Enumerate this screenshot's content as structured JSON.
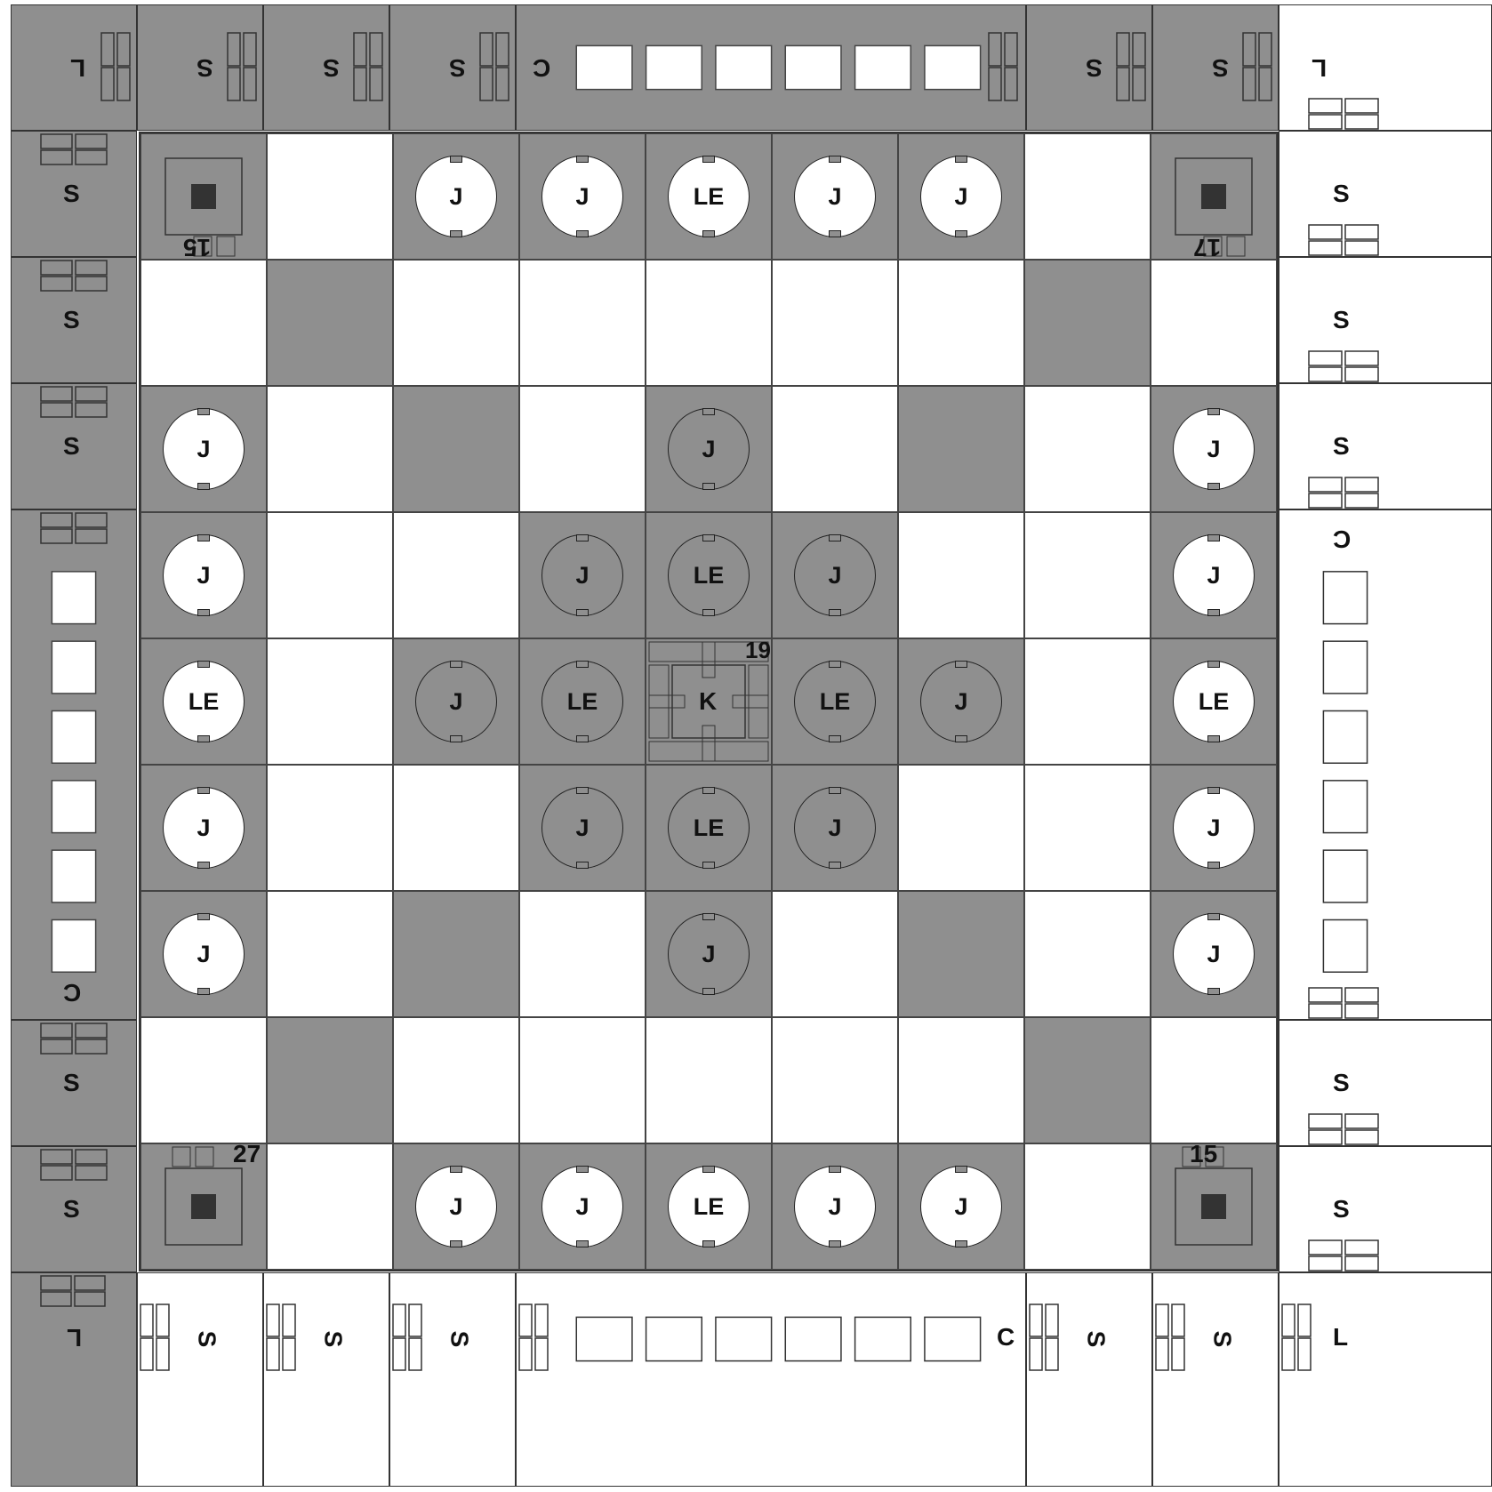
{
  "board": {
    "colors": {
      "dark": "#8f8f8f",
      "light": "#ffffff",
      "line": "#333333"
    },
    "size": 9,
    "squares": [
      [
        "D",
        "L",
        "D",
        "D",
        "D",
        "D",
        "D",
        "L",
        "D"
      ],
      [
        "L",
        "D",
        "L",
        "L",
        "L",
        "L",
        "L",
        "D",
        "L"
      ],
      [
        "D",
        "L",
        "D",
        "L",
        "D",
        "L",
        "D",
        "L",
        "D"
      ],
      [
        "D",
        "L",
        "L",
        "D",
        "D",
        "D",
        "L",
        "L",
        "D"
      ],
      [
        "D",
        "L",
        "D",
        "D",
        "D",
        "D",
        "D",
        "L",
        "D"
      ],
      [
        "D",
        "L",
        "L",
        "D",
        "D",
        "D",
        "L",
        "L",
        "D"
      ],
      [
        "D",
        "L",
        "D",
        "L",
        "D",
        "L",
        "D",
        "L",
        "D"
      ],
      [
        "L",
        "D",
        "L",
        "L",
        "L",
        "L",
        "L",
        "D",
        "L"
      ],
      [
        "D",
        "L",
        "D",
        "D",
        "D",
        "D",
        "D",
        "L",
        "D"
      ]
    ],
    "pieces": [
      {
        "r": 0,
        "c": 2,
        "label": "J",
        "style": "white"
      },
      {
        "r": 0,
        "c": 3,
        "label": "J",
        "style": "white"
      },
      {
        "r": 0,
        "c": 4,
        "label": "LE",
        "style": "white"
      },
      {
        "r": 0,
        "c": 5,
        "label": "J",
        "style": "white"
      },
      {
        "r": 0,
        "c": 6,
        "label": "J",
        "style": "white"
      },
      {
        "r": 2,
        "c": 0,
        "label": "J",
        "style": "white"
      },
      {
        "r": 2,
        "c": 4,
        "label": "J",
        "style": "outline"
      },
      {
        "r": 2,
        "c": 8,
        "label": "J",
        "style": "white"
      },
      {
        "r": 3,
        "c": 0,
        "label": "J",
        "style": "white"
      },
      {
        "r": 3,
        "c": 3,
        "label": "J",
        "style": "outline"
      },
      {
        "r": 3,
        "c": 4,
        "label": "LE",
        "style": "outline"
      },
      {
        "r": 3,
        "c": 5,
        "label": "J",
        "style": "outline"
      },
      {
        "r": 3,
        "c": 8,
        "label": "J",
        "style": "white"
      },
      {
        "r": 4,
        "c": 0,
        "label": "LE",
        "style": "white"
      },
      {
        "r": 4,
        "c": 2,
        "label": "J",
        "style": "outline"
      },
      {
        "r": 4,
        "c": 3,
        "label": "LE",
        "style": "outline"
      },
      {
        "r": 4,
        "c": 5,
        "label": "LE",
        "style": "outline"
      },
      {
        "r": 4,
        "c": 6,
        "label": "J",
        "style": "outline"
      },
      {
        "r": 4,
        "c": 8,
        "label": "LE",
        "style": "white"
      },
      {
        "r": 5,
        "c": 0,
        "label": "J",
        "style": "white"
      },
      {
        "r": 5,
        "c": 3,
        "label": "J",
        "style": "outline"
      },
      {
        "r": 5,
        "c": 4,
        "label": "LE",
        "style": "outline"
      },
      {
        "r": 5,
        "c": 5,
        "label": "J",
        "style": "outline"
      },
      {
        "r": 5,
        "c": 8,
        "label": "J",
        "style": "white"
      },
      {
        "r": 6,
        "c": 0,
        "label": "J",
        "style": "white"
      },
      {
        "r": 6,
        "c": 4,
        "label": "J",
        "style": "outline"
      },
      {
        "r": 6,
        "c": 8,
        "label": "J",
        "style": "white"
      },
      {
        "r": 8,
        "c": 2,
        "label": "J",
        "style": "white"
      },
      {
        "r": 8,
        "c": 3,
        "label": "J",
        "style": "white"
      },
      {
        "r": 8,
        "c": 4,
        "label": "LE",
        "style": "white"
      },
      {
        "r": 8,
        "c": 5,
        "label": "J",
        "style": "white"
      },
      {
        "r": 8,
        "c": 6,
        "label": "J",
        "style": "white"
      }
    ],
    "king": {
      "r": 4,
      "c": 4,
      "label": "K",
      "number": "19"
    },
    "corner_markers": [
      {
        "r": 0,
        "c": 0,
        "number": "15",
        "rotated": true
      },
      {
        "r": 0,
        "c": 8,
        "number": "17",
        "rotated": true
      },
      {
        "r": 8,
        "c": 0,
        "number": "27",
        "rotated": false
      },
      {
        "r": 8,
        "c": 8,
        "number": "15",
        "rotated": false
      }
    ]
  },
  "frame": {
    "top": [
      "L",
      "S",
      "S",
      "S",
      "C",
      "S",
      "S",
      "L"
    ],
    "bottom": [
      "L",
      "S",
      "S",
      "S",
      "C",
      "S",
      "S",
      "L"
    ],
    "left": [
      "S",
      "S",
      "S",
      "C",
      "S",
      "S",
      "L"
    ],
    "right": [
      "S",
      "S",
      "S",
      "C",
      "S",
      "S"
    ]
  }
}
